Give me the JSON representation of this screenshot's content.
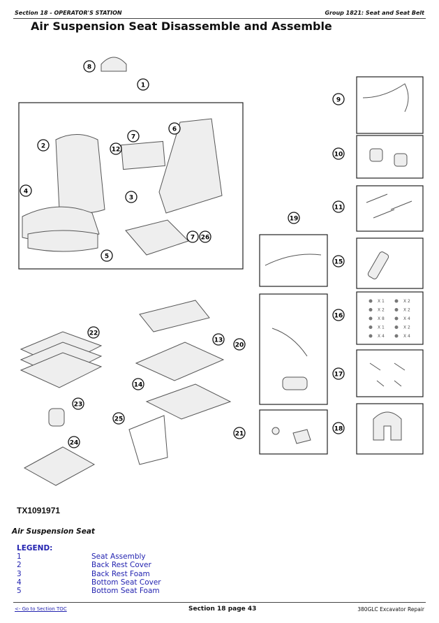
{
  "header": {
    "section": "Section 18 - OPERATOR'S STATION",
    "group": "Group 1821: Seat and Seat Belt"
  },
  "title": "Air Suspension Seat Disassemble and Assemble",
  "figure": {
    "id": "TX1091971",
    "callouts": [
      "8",
      "1",
      "9",
      "7",
      "6",
      "2",
      "12",
      "10",
      "4",
      "3",
      "11",
      "19",
      "7",
      "26",
      "5",
      "15",
      "16",
      "22",
      "13",
      "20",
      "14",
      "17",
      "23",
      "25",
      "21",
      "18",
      "24"
    ],
    "kit16": [
      "X 1",
      "X 2",
      "X 2",
      "X 2",
      "X 8",
      "X 4",
      "X 1",
      "X 2",
      "X 4",
      "X 4"
    ]
  },
  "caption": "Air Suspension Seat",
  "legend": {
    "title": "LEGEND:",
    "items": [
      {
        "n": "1",
        "label": "Seat Assembly"
      },
      {
        "n": "2",
        "label": "Back Rest Cover"
      },
      {
        "n": "3",
        "label": "Back Rest Foam"
      },
      {
        "n": "4",
        "label": "Bottom Seat Cover"
      },
      {
        "n": "5",
        "label": "Bottom Seat Foam"
      }
    ]
  },
  "footer": {
    "toc_link": "<- Go to Section TOC",
    "page": "Section 18 page 43",
    "manual": "380GLC Excavator Repair"
  }
}
